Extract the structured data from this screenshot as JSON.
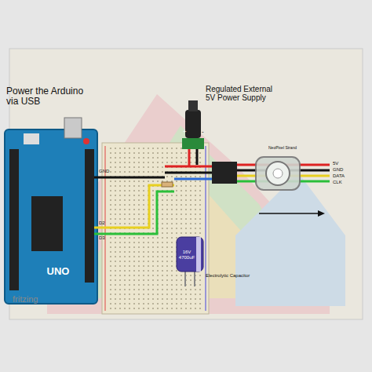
{
  "diagram": {
    "nodes": [
      {
        "text": [
          "UNO"
        ]
      },
      {
        "text": [
          "16V 4700uF"
        ]
      }
    ],
    "labels": [
      "Power the Arduino via USB",
      "Regulated External 5V Power Supply",
      "NeoPixel Strand",
      "5V",
      "GND",
      "DATA",
      "CLK",
      "GND",
      "D2",
      "D3",
      "Electrolytic Capacitor",
      "+",
      "-",
      "fritzing"
    ]
  }
}
